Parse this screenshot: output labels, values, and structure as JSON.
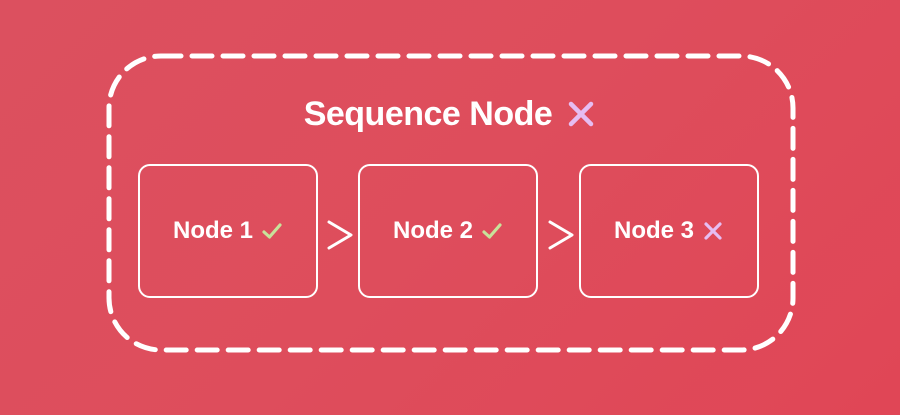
{
  "diagram": {
    "container": {
      "title": "Sequence Node",
      "status": "failure"
    },
    "nodes": [
      {
        "label": "Node 1",
        "status": "success"
      },
      {
        "label": "Node 2",
        "status": "success"
      },
      {
        "label": "Node 3",
        "status": "failure"
      }
    ]
  },
  "colors": {
    "background": "#de4d5c",
    "success": "#c8e29a",
    "failure": "#e6bdf2",
    "stroke": "#ffffff"
  },
  "icons": {
    "success": "check-icon",
    "failure": "cross-icon",
    "connector": "chevron-right-icon"
  }
}
